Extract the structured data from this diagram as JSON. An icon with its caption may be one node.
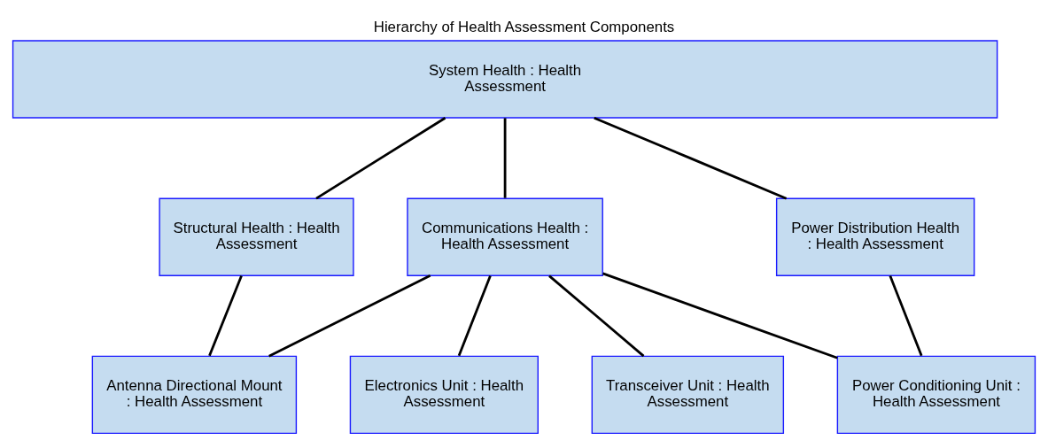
{
  "diagram": {
    "title": "Hierarchy of Health Assessment Components",
    "nodes": [
      {
        "text": [
          "System Health : Health Assessment"
        ]
      },
      {
        "text": [
          "Structural Health : Health Assessment"
        ]
      },
      {
        "text": [
          "Communications Health : Health Assessment"
        ]
      },
      {
        "text": [
          "Power Distribution Health : Health Assessment"
        ]
      },
      {
        "text": [
          "Antenna Directional Mount : Health Assessment"
        ]
      },
      {
        "text": [
          "Electronics Unit : Health Assessment"
        ]
      },
      {
        "text": [
          "Transceiver Unit : Health Assessment"
        ]
      },
      {
        "text": [
          "Power Conditioning Unit : Health Assessment"
        ]
      }
    ],
    "edges": [
      {
        "from": 0,
        "to": 1,
        "arrow": "none"
      },
      {
        "from": 0,
        "to": 2,
        "arrow": "none"
      },
      {
        "from": 0,
        "to": 3,
        "arrow": "none"
      },
      {
        "from": 1,
        "to": 4,
        "arrow": "none"
      },
      {
        "from": 2,
        "to": 4,
        "arrow": "none"
      },
      {
        "from": 2,
        "to": 5,
        "arrow": "none"
      },
      {
        "from": 2,
        "to": 6,
        "arrow": "none"
      },
      {
        "from": 2,
        "to": 7,
        "arrow": "none"
      },
      {
        "from": 3,
        "to": 7,
        "arrow": "none"
      }
    ]
  }
}
